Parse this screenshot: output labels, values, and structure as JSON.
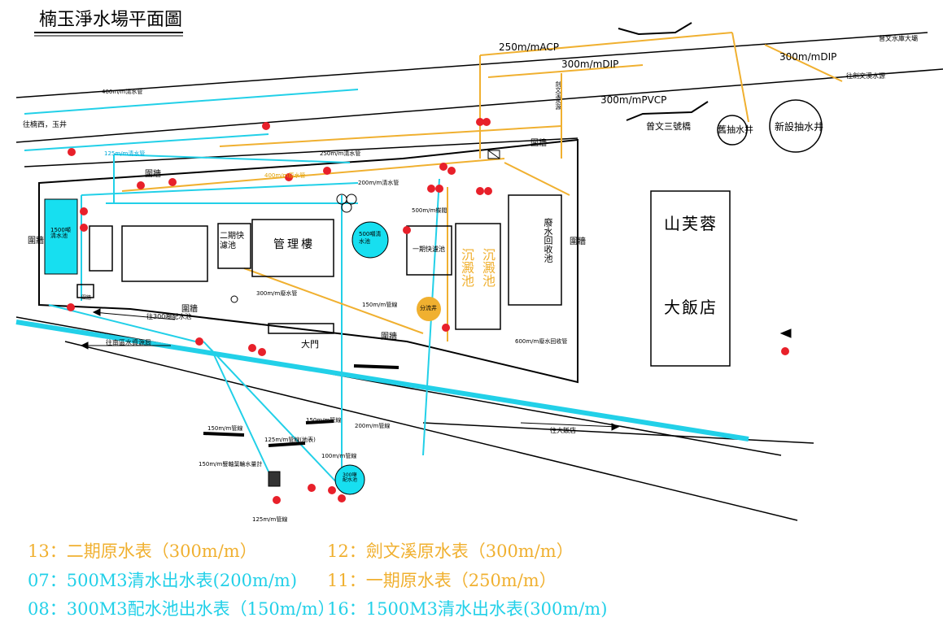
{
  "title": "楠玉淨水場平面圖",
  "labels": {
    "zengwen_reservoir": "曾文水庫大壩",
    "to_jianwen_source": "往劍文溪水源",
    "to_nanxi_yujing": "往楠西，玉井",
    "acp_250": "250m/mACP",
    "dip_300_a": "300m/mDIP",
    "dip_300_b": "300m/mDIP",
    "pvcp_300": "300m/mPVCP",
    "jianwen_stream": "劍文溪水源",
    "zengwen_bridge": "曾文三號橋",
    "old_well": "舊抽水井",
    "new_well": "新設抽水井",
    "pipe_400_clear": "400m/m清水管",
    "pipe_125": "125m/m清水管",
    "pipe_250_clear": "250m/m清水管",
    "pipe_400_raw": "400m/m原水管",
    "pipe_200": "200m/m清水管",
    "pipe_500": "500m/m蝶閥",
    "wall_1": "圍牆",
    "wall_2": "圍牆",
    "wall_3": "圍牆",
    "wall_4": "圍牆",
    "wall_5": "圍牆",
    "wall_6": "圍牆",
    "wall_7": "圍牆",
    "tank_1500": "1500噸清水池",
    "quick_filter_2": "二期快濾池",
    "admin_building": "管理樓",
    "clear_tank_500": "500噸清水池",
    "quick_filter_1": "一期快濾池",
    "sediment_1": "沉澱池",
    "sediment_2": "沉澱池",
    "waste_recycle": "廢水回收池",
    "hotel_name": "山芙蓉",
    "hotel_type": "大飯店",
    "main_gate": "大門",
    "to_nanqu": "往南區水資源局",
    "to_hotel": "往大飯店",
    "distribution_tank": "300噸配水池",
    "to_300_tank": "往300噸配水池",
    "pipe_300_waste": "300m/m廢水管",
    "pipe_150_a": "150m/m管線",
    "pipe_600": "600m/m廢水回收管",
    "pipe_150_b": "150m/m管線",
    "pipe_125_b": "125m/m管線(地表)",
    "pipe_150_meter": "150m/m豎軸葉輪水量計",
    "pipe_100": "100m/m管線",
    "pipe_150_c": "150m/m管線",
    "pipe_125_c": "125m/m管線",
    "pipe_200_b": "200m/m管線",
    "hub_well": "分流井"
  },
  "legend": [
    {
      "code": "13",
      "text": "13：二期原水表（300m/m）",
      "color": "orange"
    },
    {
      "code": "12",
      "text": "12：劍文溪原水表（300m/m）",
      "color": "orange"
    },
    {
      "code": "07",
      "text": "07：500M3清水出水表(200m/m)",
      "color": "cyan"
    },
    {
      "code": "11",
      "text": "11：一期原水表（250m/m）",
      "color": "orange"
    },
    {
      "code": "08",
      "text": "08：300M3配水池出水表（150m/m）",
      "color": "cyan"
    },
    {
      "code": "16",
      "text": "16：1500M3清水出水表(300m/m)",
      "color": "cyan"
    }
  ],
  "colors": {
    "clear_pipe": "#22d0e8",
    "raw_pipe": "#f0b030",
    "valve": "#e8202a",
    "tank": "#17dff0",
    "wall": "#000000"
  }
}
